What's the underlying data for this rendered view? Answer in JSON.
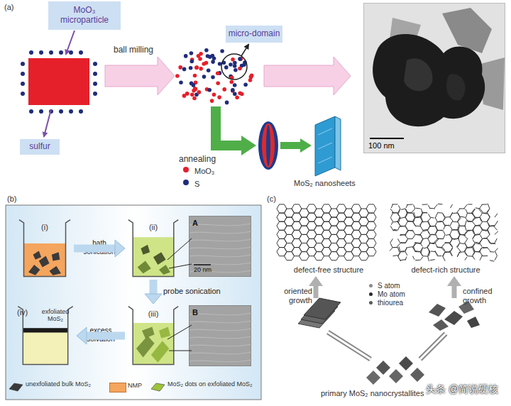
{
  "diagram": {
    "nodes": [
      {
        "text": [
          "MoO₃ microparticle"
        ]
      },
      {
        "text": [
          "sulfur"
        ]
      },
      {
        "text": [
          "micro-domain"
        ]
      },
      {
        "text": [
          "100 nm"
        ]
      },
      {
        "text": [
          "(i)"
        ]
      },
      {
        "text": [
          "(ii)"
        ]
      },
      {
        "text": [
          "A",
          "20 nm"
        ]
      },
      {
        "text": [
          "(iv)",
          "exfoliated MoS₂"
        ]
      },
      {
        "text": [
          "(iii)"
        ]
      },
      {
        "text": [
          "B"
        ]
      },
      {
        "text": [
          "defect-free structure"
        ]
      },
      {
        "text": [
          "defect-rich structure"
        ]
      }
    ],
    "edges": [
      {
        "from": 4,
        "to": 5,
        "arrow": "to",
        "label": "bath sonication"
      },
      {
        "from": 5,
        "to": 8,
        "arrow": "to",
        "label": "probe sonication"
      },
      {
        "from": 8,
        "to": 7,
        "arrow": "to",
        "label": "excess solvation"
      }
    ],
    "labels": [
      "(a)",
      "ball milling",
      "annealing",
      "MoS₂ nanosheets",
      "(b)",
      "(c)",
      "oriented growth",
      "confined growth",
      "primary MoS₂ nanocrystallites",
      "头条 @简说硬核"
    ],
    "legend": [
      {
        "text": "MoO₃",
        "color": "#e5202a"
      },
      {
        "text": "S",
        "color": "#1f2d7a"
      },
      {
        "text": "unexfoliated bulk MoS₂"
      },
      {
        "text": "NMP",
        "color": "#f4a55e"
      },
      {
        "text": "MoS₂ dots on exfoliated MoS₂"
      },
      {
        "text": "S atom",
        "color": "#8a8a8a"
      },
      {
        "text": "Mo atom",
        "color": "#2a2a2a"
      },
      {
        "text": "thiourea",
        "color": "#5a5a5a"
      }
    ]
  }
}
